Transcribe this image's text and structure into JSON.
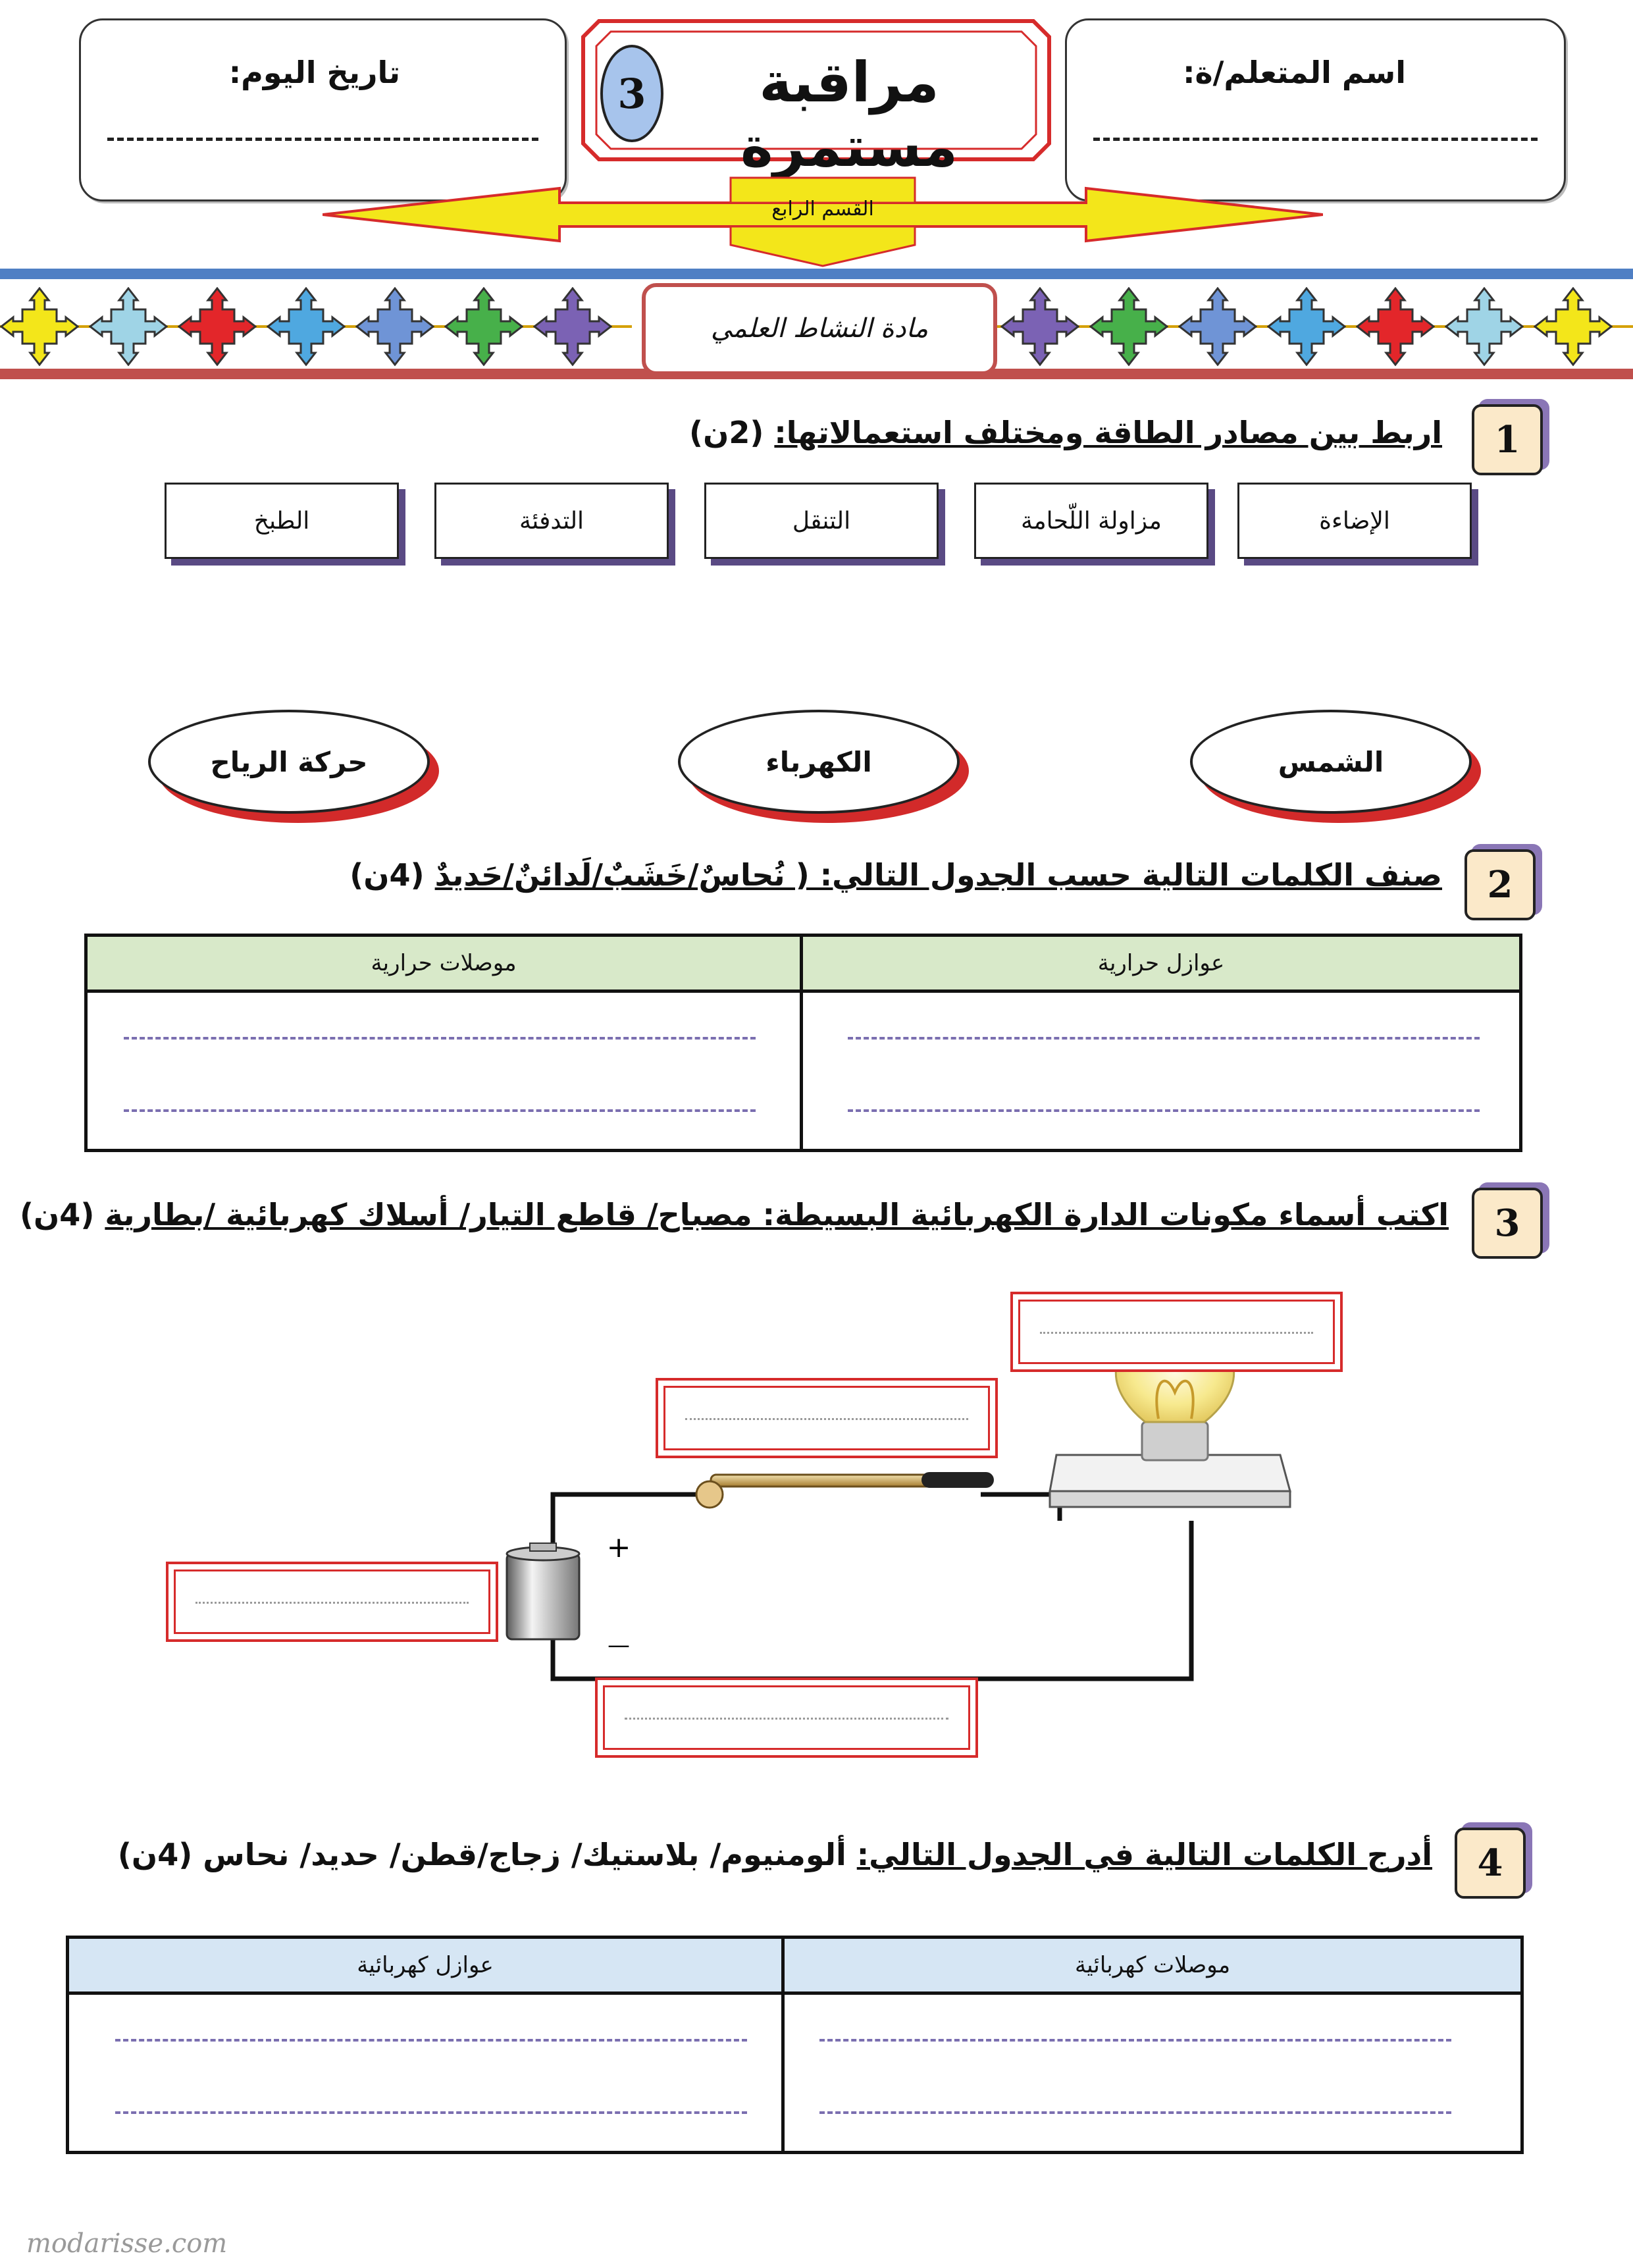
{
  "header": {
    "student_label": "اسم المتعلم/ة:",
    "date_label": "تاريخ اليوم:",
    "title": "مراقبة مستمرة",
    "title_number": "3",
    "level": "القسم الرابع",
    "subject": "مادة النشاط العلمي"
  },
  "q1": {
    "number": "1",
    "instruction": "اربط بين مصادر الطاقة ومختلف استعمالاتها:",
    "points": "(2ن)",
    "uses": [
      "الإضاءة",
      "مزاولة اللّحامة",
      "التنقل",
      "التدفئة",
      "الطبخ"
    ],
    "sources": [
      "الشمس",
      "الكهرباء",
      "حركة الرياح"
    ]
  },
  "q2": {
    "number": "2",
    "instruction": "صنف الكلمات التالية حسب الجدول التالي: ( نُحاسٌ/خَشَبٌ/لَدائنٌ/حَديدٌ",
    "points": "(4ن)",
    "col_right": "عوازل حرارية",
    "col_left": "موصلات حرارية"
  },
  "q3": {
    "number": "3",
    "instruction": "اكتب أسماء مكونات الدارة الكهربائية البسيطة: مصباح/ قاطع التيار/ أسلاك كهربائية /بطارية",
    "points": "(4ن)",
    "battery_plus": "+",
    "battery_minus": "—"
  },
  "q4": {
    "number": "4",
    "instruction": "أدرج الكلمات التالية في الجدول التالي:",
    "words": "ألومنيوم/ بلاستيك/ زجاج/قطن/ حديد/ نحاس",
    "points": "(4ن)",
    "col_right": "موصلات كهربائية",
    "col_left": "عوازل كهربائية"
  },
  "footer": {
    "watermark": "modarisse.com"
  },
  "colors": {
    "accent_red": "#d62b2b",
    "arrow_yellow": "#f3e61a",
    "band_blue": "#4f7fc4",
    "band_red": "#c0504d",
    "shadow_purple": "#8a76b6"
  }
}
